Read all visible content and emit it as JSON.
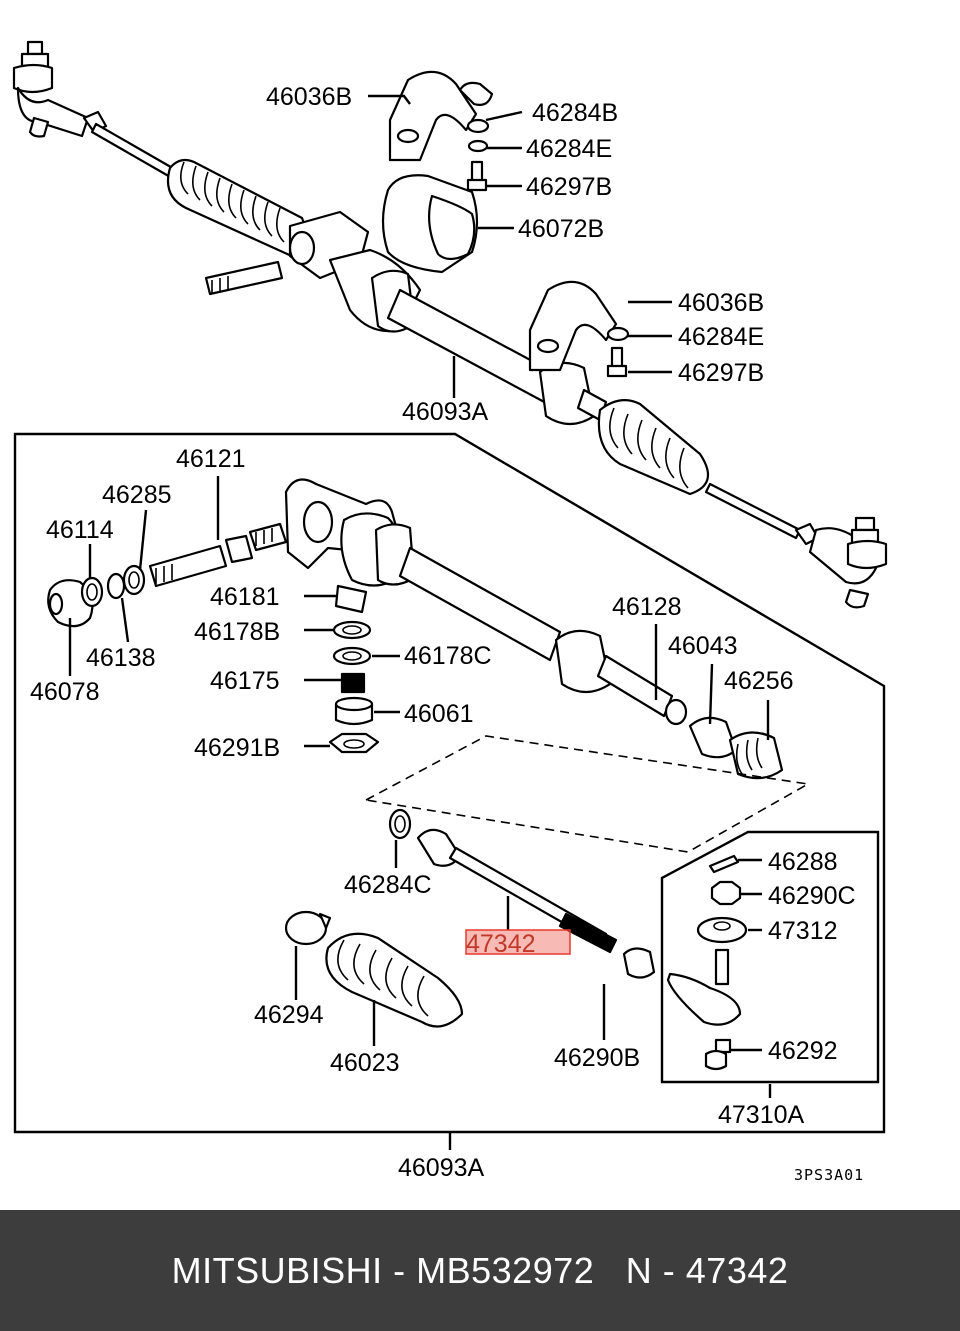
{
  "diagram": {
    "labels": {
      "l_46036B_top": "46036B",
      "l_46284B": "46284B",
      "l_46284E_top": "46284E",
      "l_46297B_top": "46297B",
      "l_46072B": "46072B",
      "l_46036B_mid": "46036B",
      "l_46284E_mid": "46284E",
      "l_46297B_mid": "46297B",
      "l_46093A_top": "46093A",
      "l_46121": "46121",
      "l_46285": "46285",
      "l_46114": "46114",
      "l_46181": "46181",
      "l_46178B": "46178B",
      "l_46178C": "46178C",
      "l_46138": "46138",
      "l_46078": "46078",
      "l_46175": "46175",
      "l_46061": "46061",
      "l_46291B": "46291B",
      "l_46128": "46128",
      "l_46043": "46043",
      "l_46256": "46256",
      "l_46284C": "46284C",
      "l_47342": "47342",
      "l_46288": "46288",
      "l_46290C": "46290C",
      "l_47312": "47312",
      "l_46294": "46294",
      "l_46023": "46023",
      "l_46290B": "46290B",
      "l_46292": "46292",
      "l_47310A": "47310A",
      "l_46093A_bottom": "46093A"
    },
    "figure_code": "3PS3A01",
    "highlight_color": "#e8392b"
  },
  "footer": {
    "brand": "MITSUBISHI",
    "separator1": " - ",
    "part_number": "MB532972",
    "gap": "   ",
    "n_prefix": "N",
    "separator2": " - ",
    "ref_number": "47342"
  }
}
